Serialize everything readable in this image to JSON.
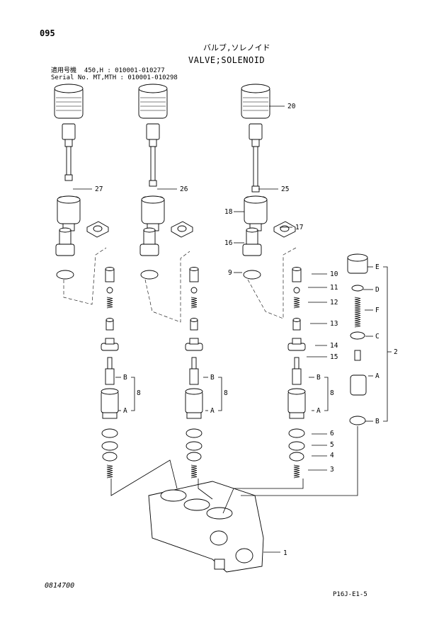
{
  "header": {
    "page_number": "095",
    "title_jp": "バルブ,ソレノイド",
    "title_en": "VALVE;SOLENOID",
    "serial_line_1": "適用号機  450,H : 010001-010277",
    "serial_line_2": "Serial No. MT,MTH : 010001-010298"
  },
  "callouts": [
    "1",
    "2",
    "3",
    "4",
    "5",
    "6",
    "8",
    "8",
    "8",
    "9",
    "10",
    "11",
    "12",
    "13",
    "14",
    "15",
    "16",
    "17",
    "18",
    "20",
    "25",
    "26",
    "27",
    "A",
    "A",
    "A",
    "A",
    "B",
    "B",
    "B",
    "B",
    "C",
    "D",
    "E",
    "F"
  ],
  "footer": {
    "drawing_number": "0814700",
    "page_code": "P16J-E1-5"
  }
}
